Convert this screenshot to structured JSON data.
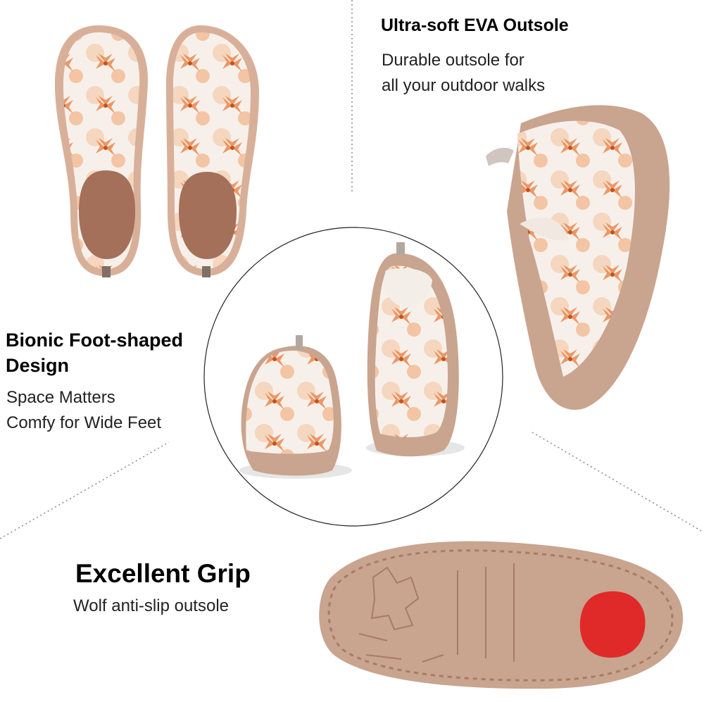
{
  "features": {
    "outsole": {
      "title": "Ultra-soft EVA Outsole",
      "line1": "Durable outsole for",
      "line2": "all your outdoor walks"
    },
    "design": {
      "title_line1": "Bionic Foot-shaped",
      "title_line2": "Design",
      "line1": "Space Matters",
      "line2": "Comfy for Wide Feet"
    },
    "grip": {
      "title": "Excellent Grip",
      "subtitle": "Wolf anti-slip outsole"
    }
  },
  "colors": {
    "sole": "#c9a48f",
    "sole_dark": "#a87c63",
    "petal": "#e8793a",
    "petal_light": "#f3b48a",
    "upper": "#f6efe9",
    "heel_pad": "#e02a2a",
    "divider": "#777777"
  }
}
